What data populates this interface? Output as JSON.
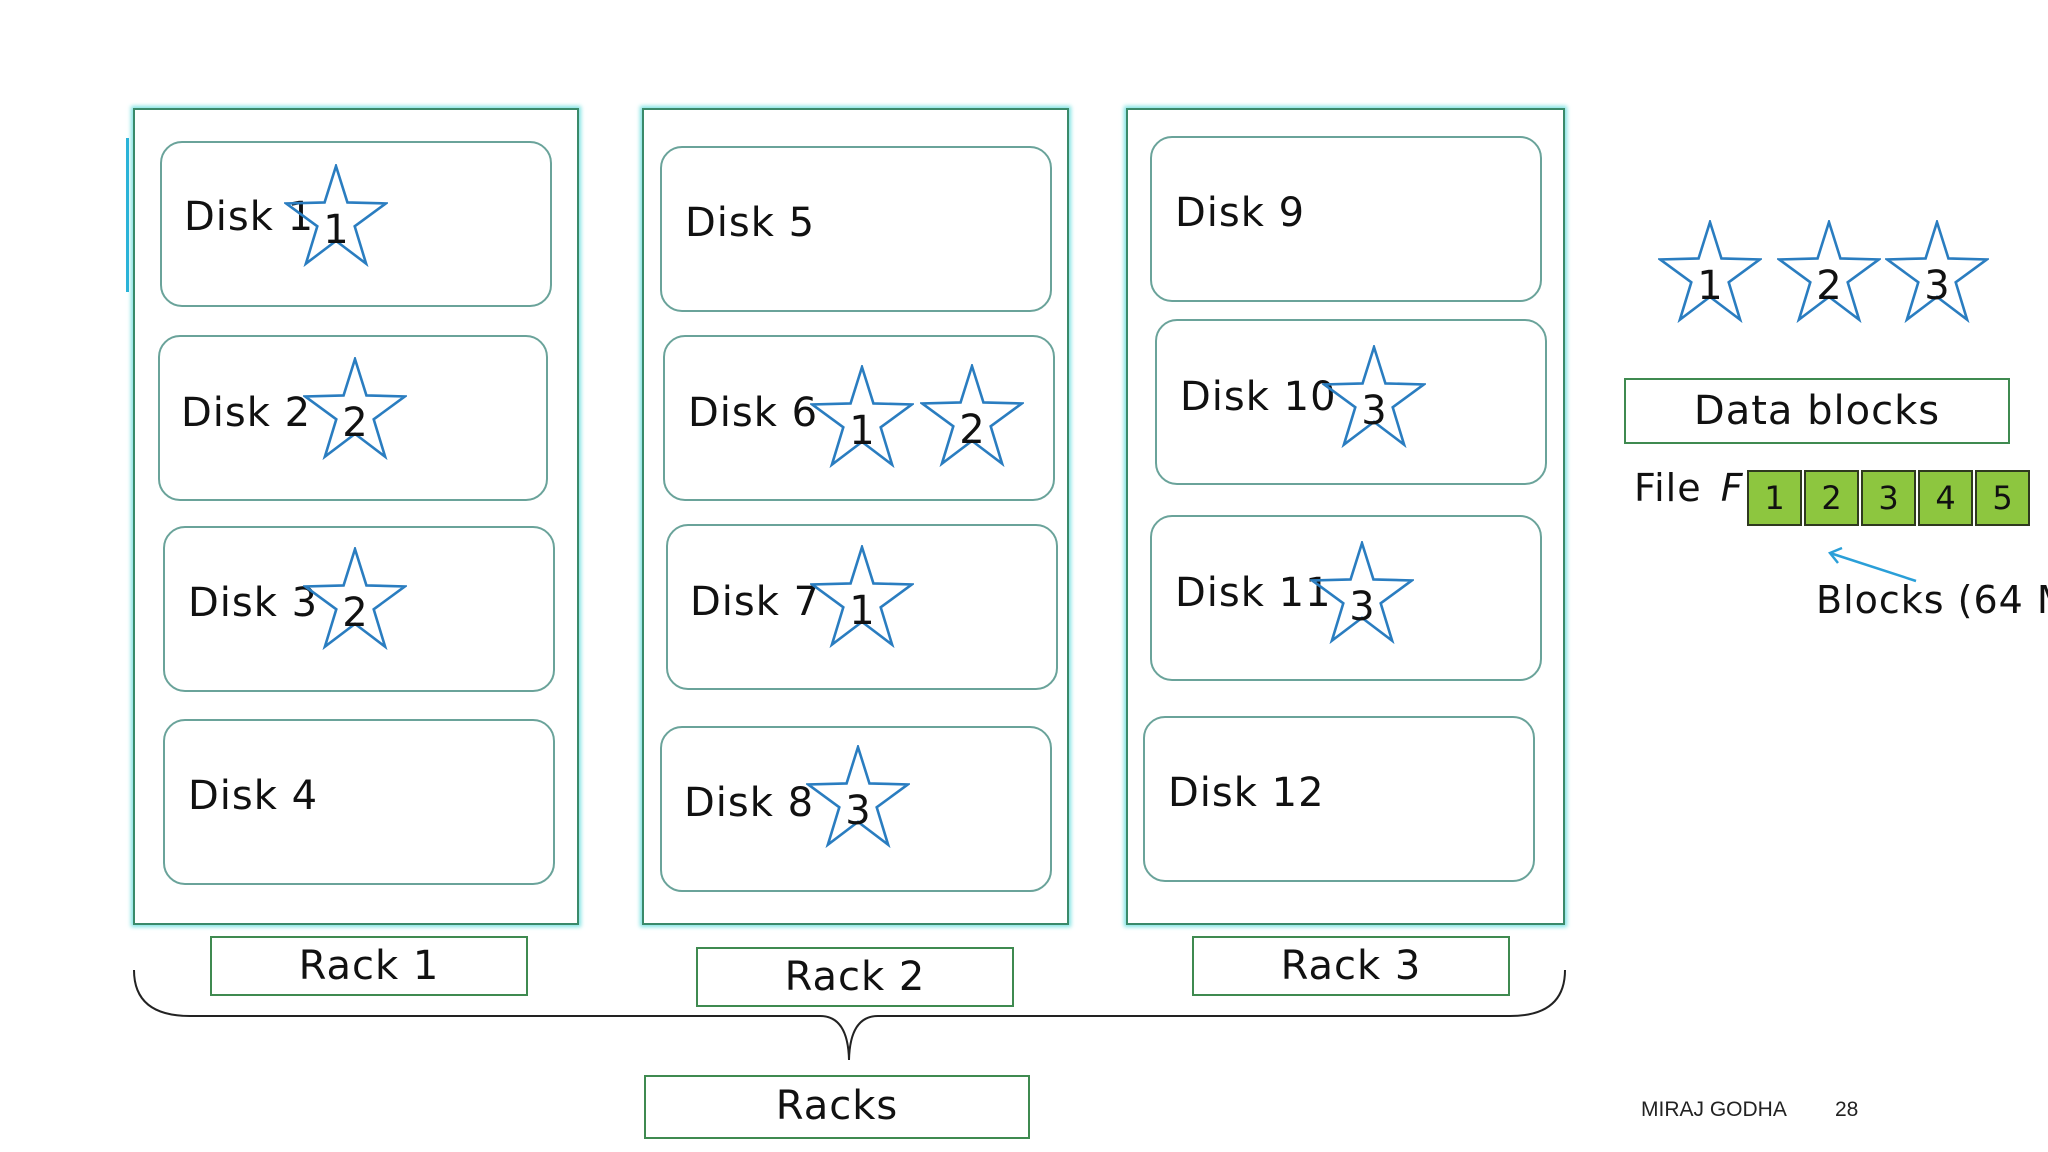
{
  "racks": [
    {
      "label": "Rack 1",
      "disks": [
        {
          "label": "Disk 1",
          "stars": [
            "1"
          ]
        },
        {
          "label": "Disk 2",
          "stars": [
            "2"
          ]
        },
        {
          "label": "Disk 3",
          "stars": [
            "2"
          ]
        },
        {
          "label": "Disk 4",
          "stars": []
        }
      ]
    },
    {
      "label": "Rack 2",
      "disks": [
        {
          "label": "Disk 5",
          "stars": []
        },
        {
          "label": "Disk 6",
          "stars": [
            "1",
            "2"
          ]
        },
        {
          "label": "Disk 7",
          "stars": [
            "1"
          ]
        },
        {
          "label": "Disk 8",
          "stars": [
            "3"
          ]
        }
      ]
    },
    {
      "label": "Rack 3",
      "disks": [
        {
          "label": "Disk 9",
          "stars": []
        },
        {
          "label": "Disk 10",
          "stars": [
            "3"
          ]
        },
        {
          "label": "Disk 11",
          "stars": [
            "3"
          ]
        },
        {
          "label": "Disk 12",
          "stars": []
        }
      ]
    }
  ],
  "racks_label": "Racks",
  "legend": {
    "stars": [
      "1",
      "2",
      "3"
    ],
    "data_blocks_label": "Data blocks",
    "file_label": "File",
    "file_name": "F",
    "blocks": [
      "1",
      "2",
      "3",
      "4",
      "5"
    ],
    "blocks_note": "Blocks (64 M"
  },
  "colors": {
    "star_stroke": "#2a7dc0",
    "block_fill": "#8dc63f",
    "box_border": "#3f8a50",
    "rack_glow": "#7fe3e3"
  },
  "footer": {
    "author": "MIRAJ GODHA",
    "page": "28"
  }
}
